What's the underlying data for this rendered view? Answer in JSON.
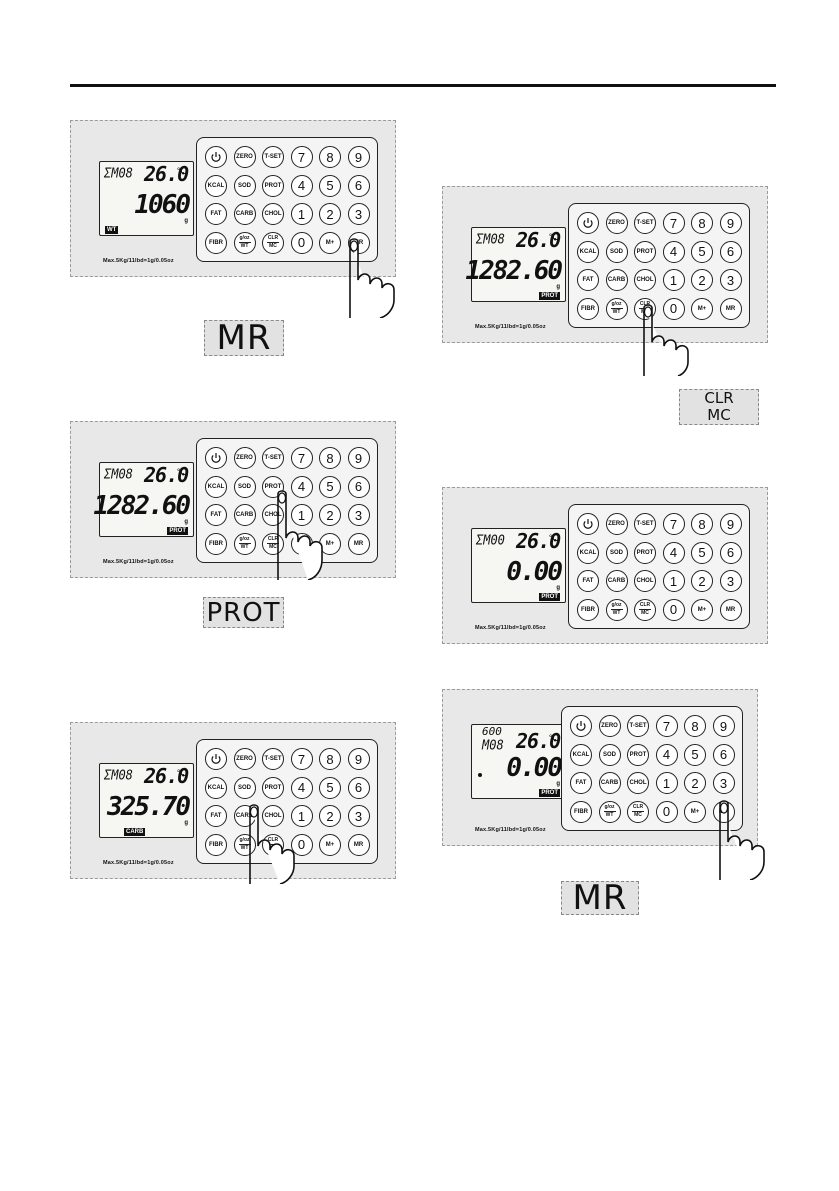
{
  "keys": {
    "power": "power-icon",
    "zero": "ZERO",
    "tset": "T-SET",
    "kcal": "KCAL",
    "sod": "SOD",
    "prot": "PROT",
    "fat": "FAT",
    "carb": "CARB",
    "chol": "CHOL",
    "fibr": "FIBR",
    "gz_top": "g/oz",
    "gz_bottom": "WT",
    "clr_top": "CLR",
    "clr_bottom": "MC",
    "mplus": "M+",
    "mr": "MR",
    "n7": "7",
    "n8": "8",
    "n9": "9",
    "n4": "4",
    "n5": "5",
    "n6": "6",
    "n1": "1",
    "n2": "2",
    "n3": "3",
    "n0": "0"
  },
  "spec": "Max.5Kg/11lbd=1g/0.05oz",
  "panels": [
    {
      "mem": "ΣM08",
      "temp": "26.0",
      "unit": "°C",
      "value": "1060",
      "g": "g",
      "tag": "WT"
    },
    {
      "mem": "ΣM08",
      "temp": "26.0",
      "unit": "°C",
      "value": "1282.60",
      "g": "g",
      "tag": "PROT"
    },
    {
      "mem": "ΣM08",
      "temp": "26.0",
      "unit": "°C",
      "value": "325.70",
      "g": "g",
      "tag": "CARB"
    },
    {
      "mem": "ΣM08",
      "temp": "26.0",
      "unit": "°C",
      "value": "1282.60",
      "g": "g",
      "tag": "PROT"
    },
    {
      "mem": "ΣM00",
      "temp": "26.0",
      "unit": "°C",
      "value": "0.00",
      "g": "g",
      "tag": "PROT"
    },
    {
      "mem": "M08",
      "memtop": "600",
      "temp": "26.0",
      "unit": "°C",
      "value": "0.00",
      "g": "g",
      "tag": "PROT"
    }
  ],
  "labels": {
    "mr1": "MR",
    "prot": "PROT",
    "clr_top": "CLR",
    "clr_bottom": "MC",
    "mr2": "MR"
  }
}
